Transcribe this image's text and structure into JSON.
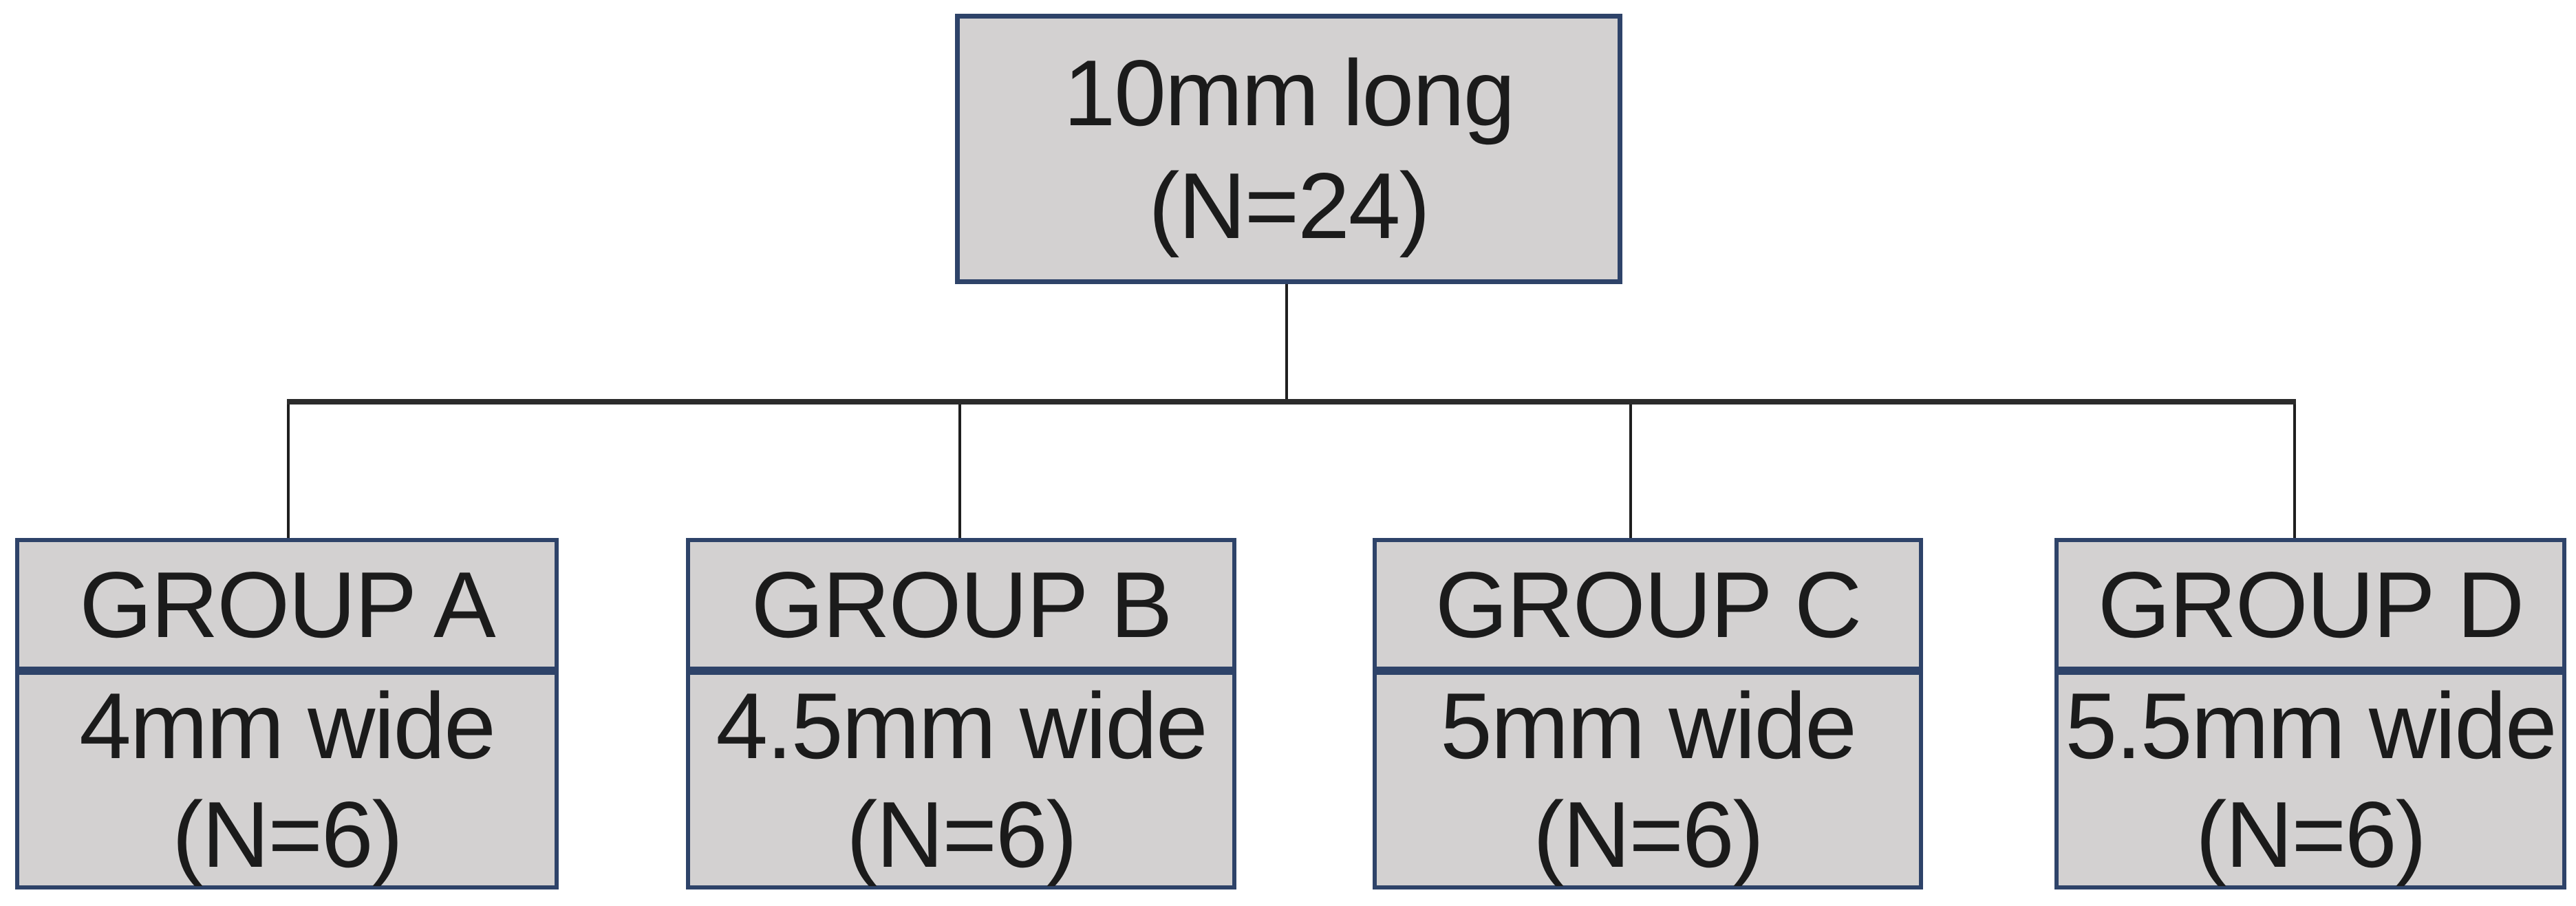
{
  "diagram": {
    "type": "allocation-flowchart",
    "colors": {
      "background": "#ffffff",
      "box_fill": "#d3d1d1",
      "box_border": "#2e4369",
      "connector": "#1f1f1f",
      "text": "#1b1b1b"
    },
    "root": {
      "line1": "10mm long",
      "line2": "(N=24)"
    },
    "groups": [
      {
        "name": "GROUP A",
        "detail1": "4mm wide",
        "detail2": "(N=6)"
      },
      {
        "name": "GROUP B",
        "detail1": "4.5mm wide",
        "detail2": "(N=6)"
      },
      {
        "name": "GROUP C",
        "detail1": "5mm wide",
        "detail2": "(N=6)"
      },
      {
        "name": "GROUP D",
        "detail1": "5.5mm wide",
        "detail2": "(N=6)"
      }
    ]
  }
}
